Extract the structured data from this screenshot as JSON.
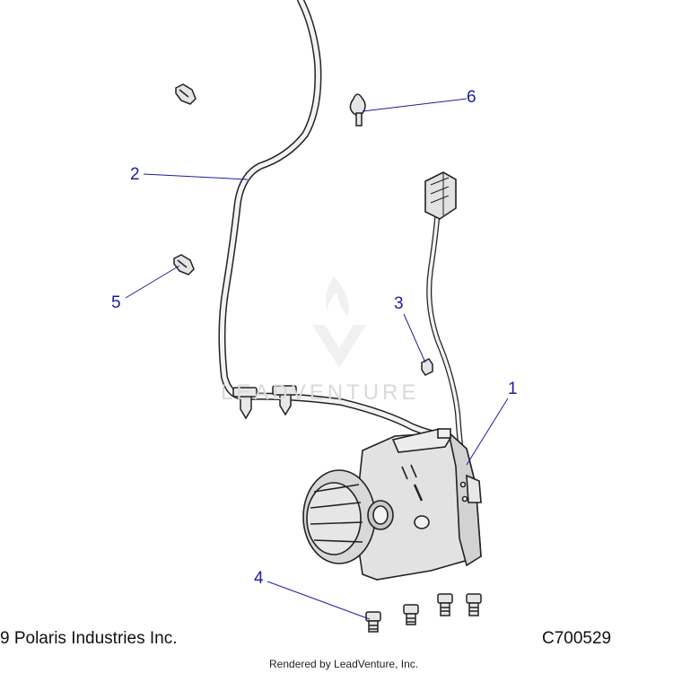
{
  "callouts": {
    "c1": "1",
    "c2": "2",
    "c3": "3",
    "c4": "4",
    "c5": "5",
    "c6": "6"
  },
  "footer": {
    "copyright": "9 Polaris Industries Inc.",
    "part_code": "C700529",
    "rendered_by": "Rendered by LeadVenture, Inc."
  },
  "watermark": {
    "text": "LEADVENTURE"
  },
  "colors": {
    "callout": "#1c1ca8",
    "line": "#222222",
    "part_fill": "#e2e2e2"
  }
}
